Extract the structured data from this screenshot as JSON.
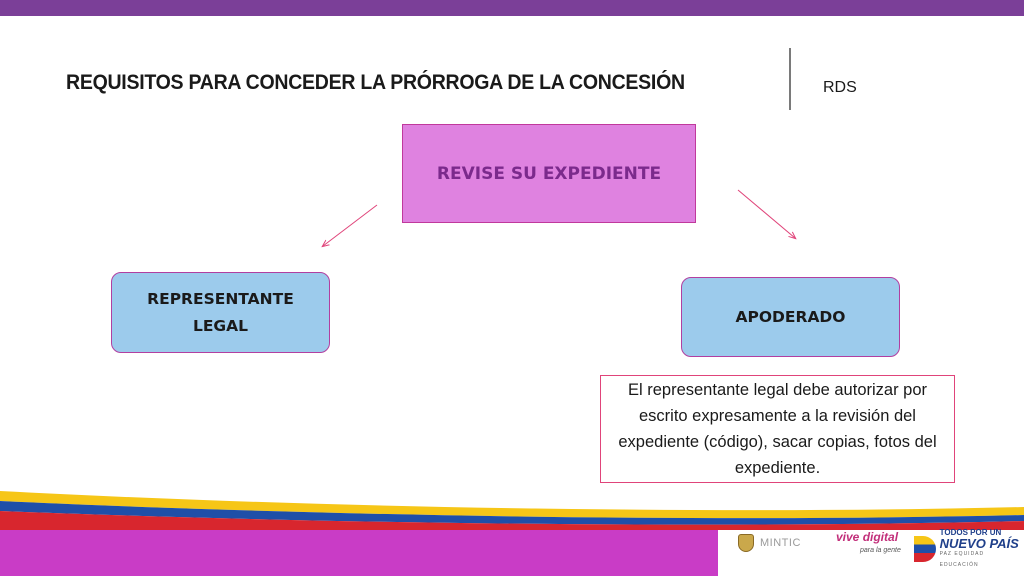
{
  "header": {
    "title": "REQUISITOS PARA CONCEDER LA PRÓRROGA DE LA CONCESIÓN",
    "tag": "RDS"
  },
  "diagram": {
    "root": "REVISE SU EXPEDIENTE",
    "left_node": "REPRESENTANTE LEGAL",
    "right_node": "APODERADO",
    "note": "El representante legal debe autorizar por escrito expresamente a la revisión del expediente (código), sacar copias, fotos del expediente."
  },
  "footer": {
    "mintic": "MINTIC",
    "vive_digital": "vive digital",
    "vive_digital_sub": "para la gente",
    "todos_line1": "TODOS POR UN",
    "todos_line2": "NUEVO PAÍS",
    "todos_line3": "PAZ EQUIDAD EDUCACIÓN"
  },
  "colors": {
    "top_bar": "#7b3f98",
    "root_fill": "#df82e0",
    "node_fill": "#9ccbec",
    "bottom_band": "#c93cc6"
  }
}
